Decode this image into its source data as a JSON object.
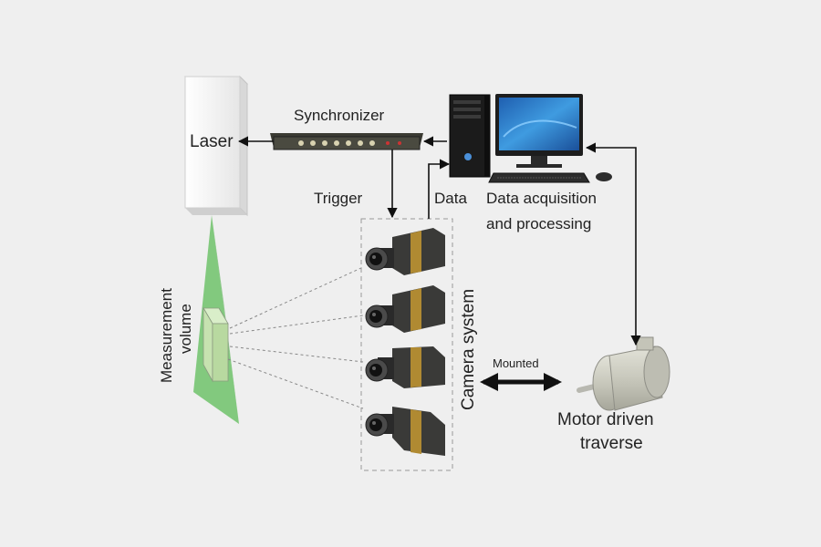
{
  "labels": {
    "laser": "Laser",
    "synchronizer": "Synchronizer",
    "trigger": "Trigger",
    "data": "Data",
    "daq_line1": "Data acquisition",
    "daq_line2": "and processing",
    "measurement_line1": "Measurement",
    "measurement_line2": "volume",
    "camera_system": "Camera system",
    "mounted": "Mounted",
    "motor_line1": "Motor driven",
    "motor_line2": "traverse"
  },
  "icons": [
    "laser-box-icon",
    "synchronizer-device-icon",
    "computer-tower-icon",
    "monitor-icon",
    "keyboard-icon",
    "mouse-icon",
    "camera-icon",
    "motor-icon",
    "light-sheet-icon"
  ],
  "colors": {
    "background": "#efefef",
    "light_sheet": "#6fc26a",
    "camera_body": "#3a3a38",
    "camera_gold": "#b08a32",
    "monitor_screen": "#2a78c8",
    "motor_body": "#cfcfc4"
  }
}
